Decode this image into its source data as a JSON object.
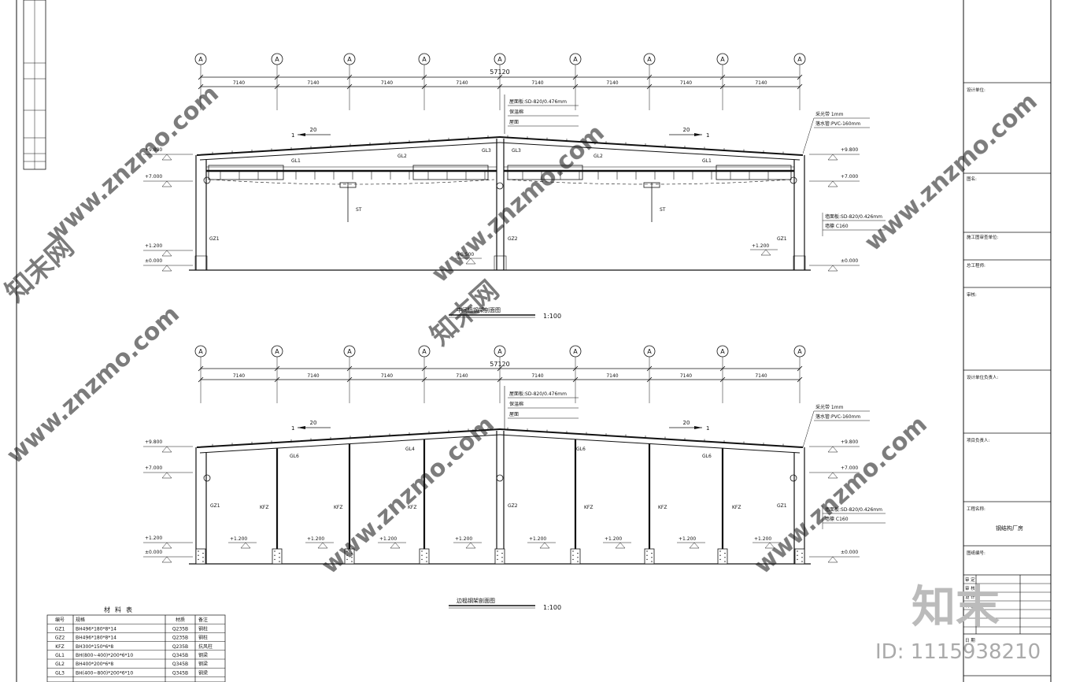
{
  "axis_bubble_label": "A",
  "span_total": "57120",
  "span_segment": "7140",
  "upper_section": {
    "title": "中间榀钢架剖面图",
    "scale": "1:100",
    "elevations_left": [
      "+9.800",
      "+7.000",
      "+1.200",
      "±0.000"
    ],
    "elevations_right": [
      "+9.800",
      "+7.000",
      "±0.000"
    ],
    "floor_marks": [
      "+0.500",
      "+1.200"
    ],
    "slope_value": "20",
    "slope_rise": "1",
    "member_labels": [
      "GL1",
      "GL2",
      "GL3",
      "GZ1",
      "GZ2",
      "ST"
    ],
    "roof_notes": [
      "屋面板:SD-820/0.476mm",
      "保温棉",
      "屋面"
    ],
    "right_top_notes": [
      "采光带 1mm",
      "落水管:PVC-160mm"
    ],
    "right_wall_notes": [
      "墙面板:SD-820/0.426mm",
      "墙檩 C160"
    ]
  },
  "lower_section": {
    "title": "边榀钢架剖面图",
    "scale": "1:100",
    "elevations_left": [
      "+9.800",
      "+7.000",
      "+1.200",
      "±0.000"
    ],
    "elevations_right": [
      "+9.800",
      "+7.000",
      "±0.000"
    ],
    "floor_marks": [
      "+1.200"
    ],
    "slope_value": "20",
    "slope_rise": "1",
    "member_labels": [
      "GL6",
      "GL4",
      "GZ1",
      "KFZ",
      "GZ2"
    ],
    "roof_notes": [
      "屋面板:SD-820/0.476mm",
      "保温棉",
      "屋面"
    ],
    "right_top_notes": [
      "采光带 1mm",
      "落水管:PVC-160mm"
    ],
    "right_wall_notes": [
      "墙面板:SD-820/0.426mm",
      "墙檩 C160"
    ]
  },
  "material_table": {
    "title": "材料表",
    "headers": [
      "编号",
      "规格",
      "材质",
      "备注"
    ],
    "rows": [
      [
        "GZ1",
        "BH496*180*8*14",
        "Q235B",
        "钢柱"
      ],
      [
        "GZ2",
        "BH496*180*8*14",
        "Q235B",
        "钢柱"
      ],
      [
        "KFZ",
        "BH300*150*6*8",
        "Q235B",
        "抗风柱"
      ],
      [
        "GL1",
        "BH(800~400)*200*6*10",
        "Q345B",
        "钢梁"
      ],
      [
        "GL2",
        "BH400*200*6*8",
        "Q345B",
        "钢梁"
      ],
      [
        "GL3",
        "BH(400~800)*200*6*10",
        "Q345B",
        "钢梁"
      ]
    ]
  },
  "title_block": {
    "labels": [
      "设计单位:",
      "图名:",
      "施工图审查单位:",
      "总工程师:",
      "审核:",
      "设计单位负责人:",
      "项目负责人:"
    ],
    "project_label": "工程名称:",
    "project_name": "钢结构厂房",
    "drawing_no_label": "图纸编号:",
    "sign_rows": [
      "审 定",
      "审 核",
      "设 计",
      "制 图"
    ],
    "bottom_label": "日 期"
  },
  "watermark": {
    "text": "www.znzmo.com",
    "brand_cn": "知末网",
    "logo_cn": "知末",
    "id_text": "ID: 1115938210"
  }
}
